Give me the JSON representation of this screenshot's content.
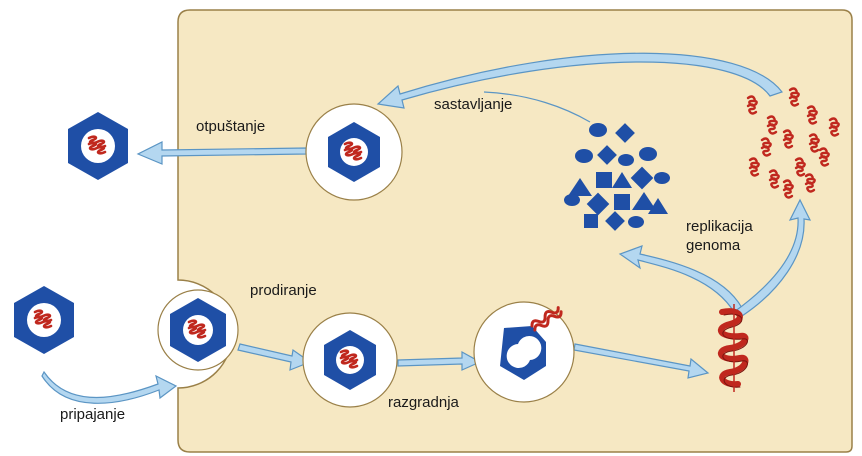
{
  "labels": {
    "attachment": "pripajanje",
    "penetration": "prodiranje",
    "uncoating": "razgradnja",
    "replication_line1": "replikacija",
    "replication_line2": "genoma",
    "assembly": "sastavljanje",
    "release": "otpuštanje"
  },
  "colors": {
    "cell_fill": "#f6e8c3",
    "cell_border": "#9a8048",
    "capsid_blue": "#1f4fa6",
    "capsid_dark": "#153a80",
    "genome_red": "#c0281e",
    "arrow_fill": "#b4d7f0",
    "arrow_stroke": "#5b95c4"
  }
}
